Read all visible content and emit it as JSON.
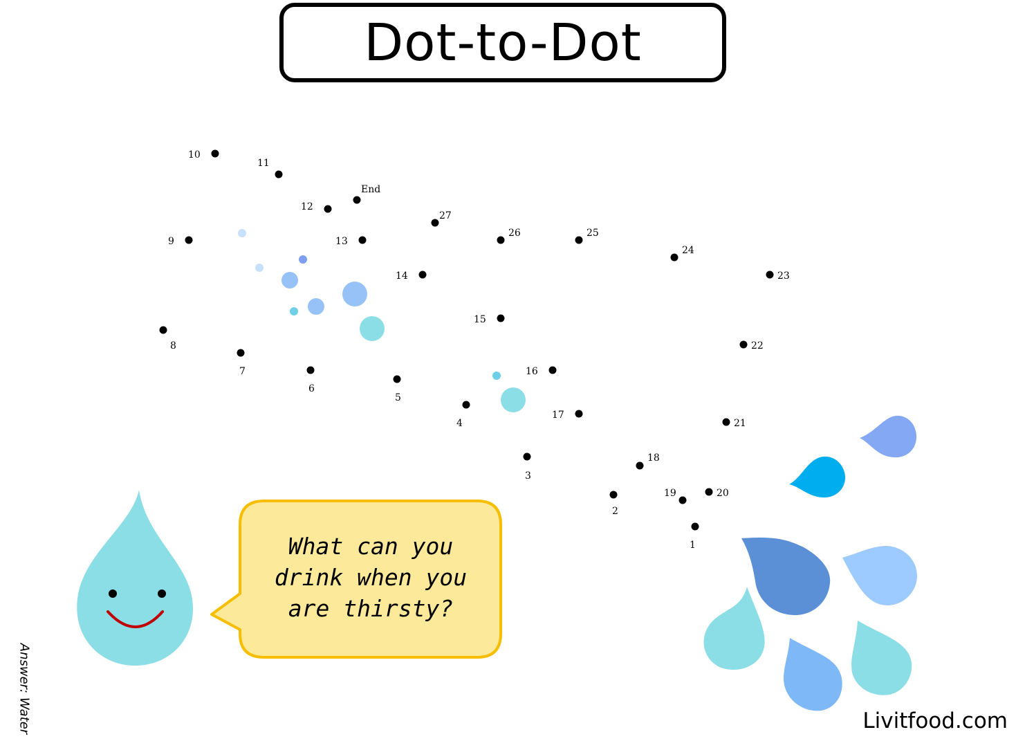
{
  "title": "Dot-to-Dot",
  "question": {
    "line1": "What can you",
    "line2": "drink when you",
    "line3": "are thirsty?"
  },
  "answer": "Answer: Water",
  "site": "Livitfood.com",
  "labels": {
    "end": "End",
    "n1": "1",
    "n2": "2",
    "n3": "3",
    "n4": "4",
    "n5": "5",
    "n6": "6",
    "n7": "7",
    "n8": "8",
    "n9": "9",
    "n10": "10",
    "n11": "11",
    "n12": "12",
    "n13": "13",
    "n14": "14",
    "n15": "15",
    "n16": "16",
    "n17": "17",
    "n18": "18",
    "n19": "19",
    "n20": "20",
    "n21": "21",
    "n22": "22",
    "n23": "23",
    "n24": "24",
    "n25": "25",
    "n26": "26",
    "n27": "27"
  },
  "colors": {
    "drop_cyan": "#8bdde6",
    "drop_blue_dark": "#5b8fd6",
    "drop_blue_light": "#9ecbff",
    "drop_blue_mid": "#7fb8f7",
    "drop_sky": "#00aeef",
    "drop_periwinkle": "#85a8f4",
    "bubble_fill": "#fde99a",
    "bubble_border": "#f7be00",
    "smile": "#c00000"
  }
}
